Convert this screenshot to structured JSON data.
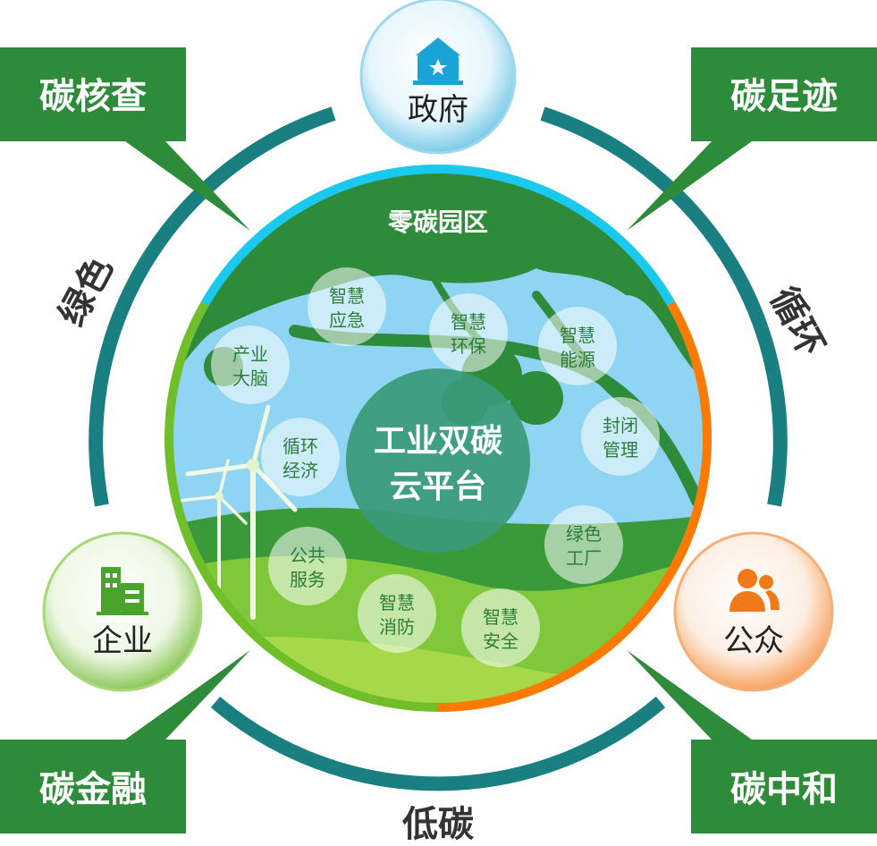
{
  "corner_labels": {
    "top_left": "碳核查",
    "top_right": "碳足迹",
    "bottom_left": "碳金融",
    "bottom_right": "碳中和"
  },
  "ring_labels": {
    "left": "绿色",
    "right": "循环",
    "bottom": "低碳"
  },
  "actors": {
    "top": "政府",
    "left": "企业",
    "right": "公众"
  },
  "park": {
    "title": "零碳园区",
    "center_line1": "工业双碳",
    "center_line2": "云平台"
  },
  "bubbles": [
    {
      "line1": "智慧",
      "line2": "应急"
    },
    {
      "line1": "智慧",
      "line2": "环保"
    },
    {
      "line1": "智慧",
      "line2": "能源"
    },
    {
      "line1": "产业",
      "line2": "大脑"
    },
    {
      "line1": "封闭",
      "line2": "管理"
    },
    {
      "line1": "循环",
      "line2": "经济"
    },
    {
      "line1": "绿色",
      "line2": "工厂"
    },
    {
      "line1": "公共",
      "line2": "服务"
    },
    {
      "line1": "智慧",
      "line2": "消防"
    },
    {
      "line1": "智慧",
      "line2": "安全"
    }
  ],
  "icons": {
    "government": "government-building-icon",
    "enterprise": "office-building-icon",
    "public": "people-icon"
  },
  "colors": {
    "corner_green": "#2e8b3a",
    "ring_teal": "#1a7f80",
    "arc_cyan": "#1ac9f0",
    "arc_green": "#6fbe2a",
    "arc_orange": "#ff7a00",
    "sky": "#8fd4f3",
    "tree_green": "#2e8b3a",
    "center_circle": "#3a9a7a"
  }
}
